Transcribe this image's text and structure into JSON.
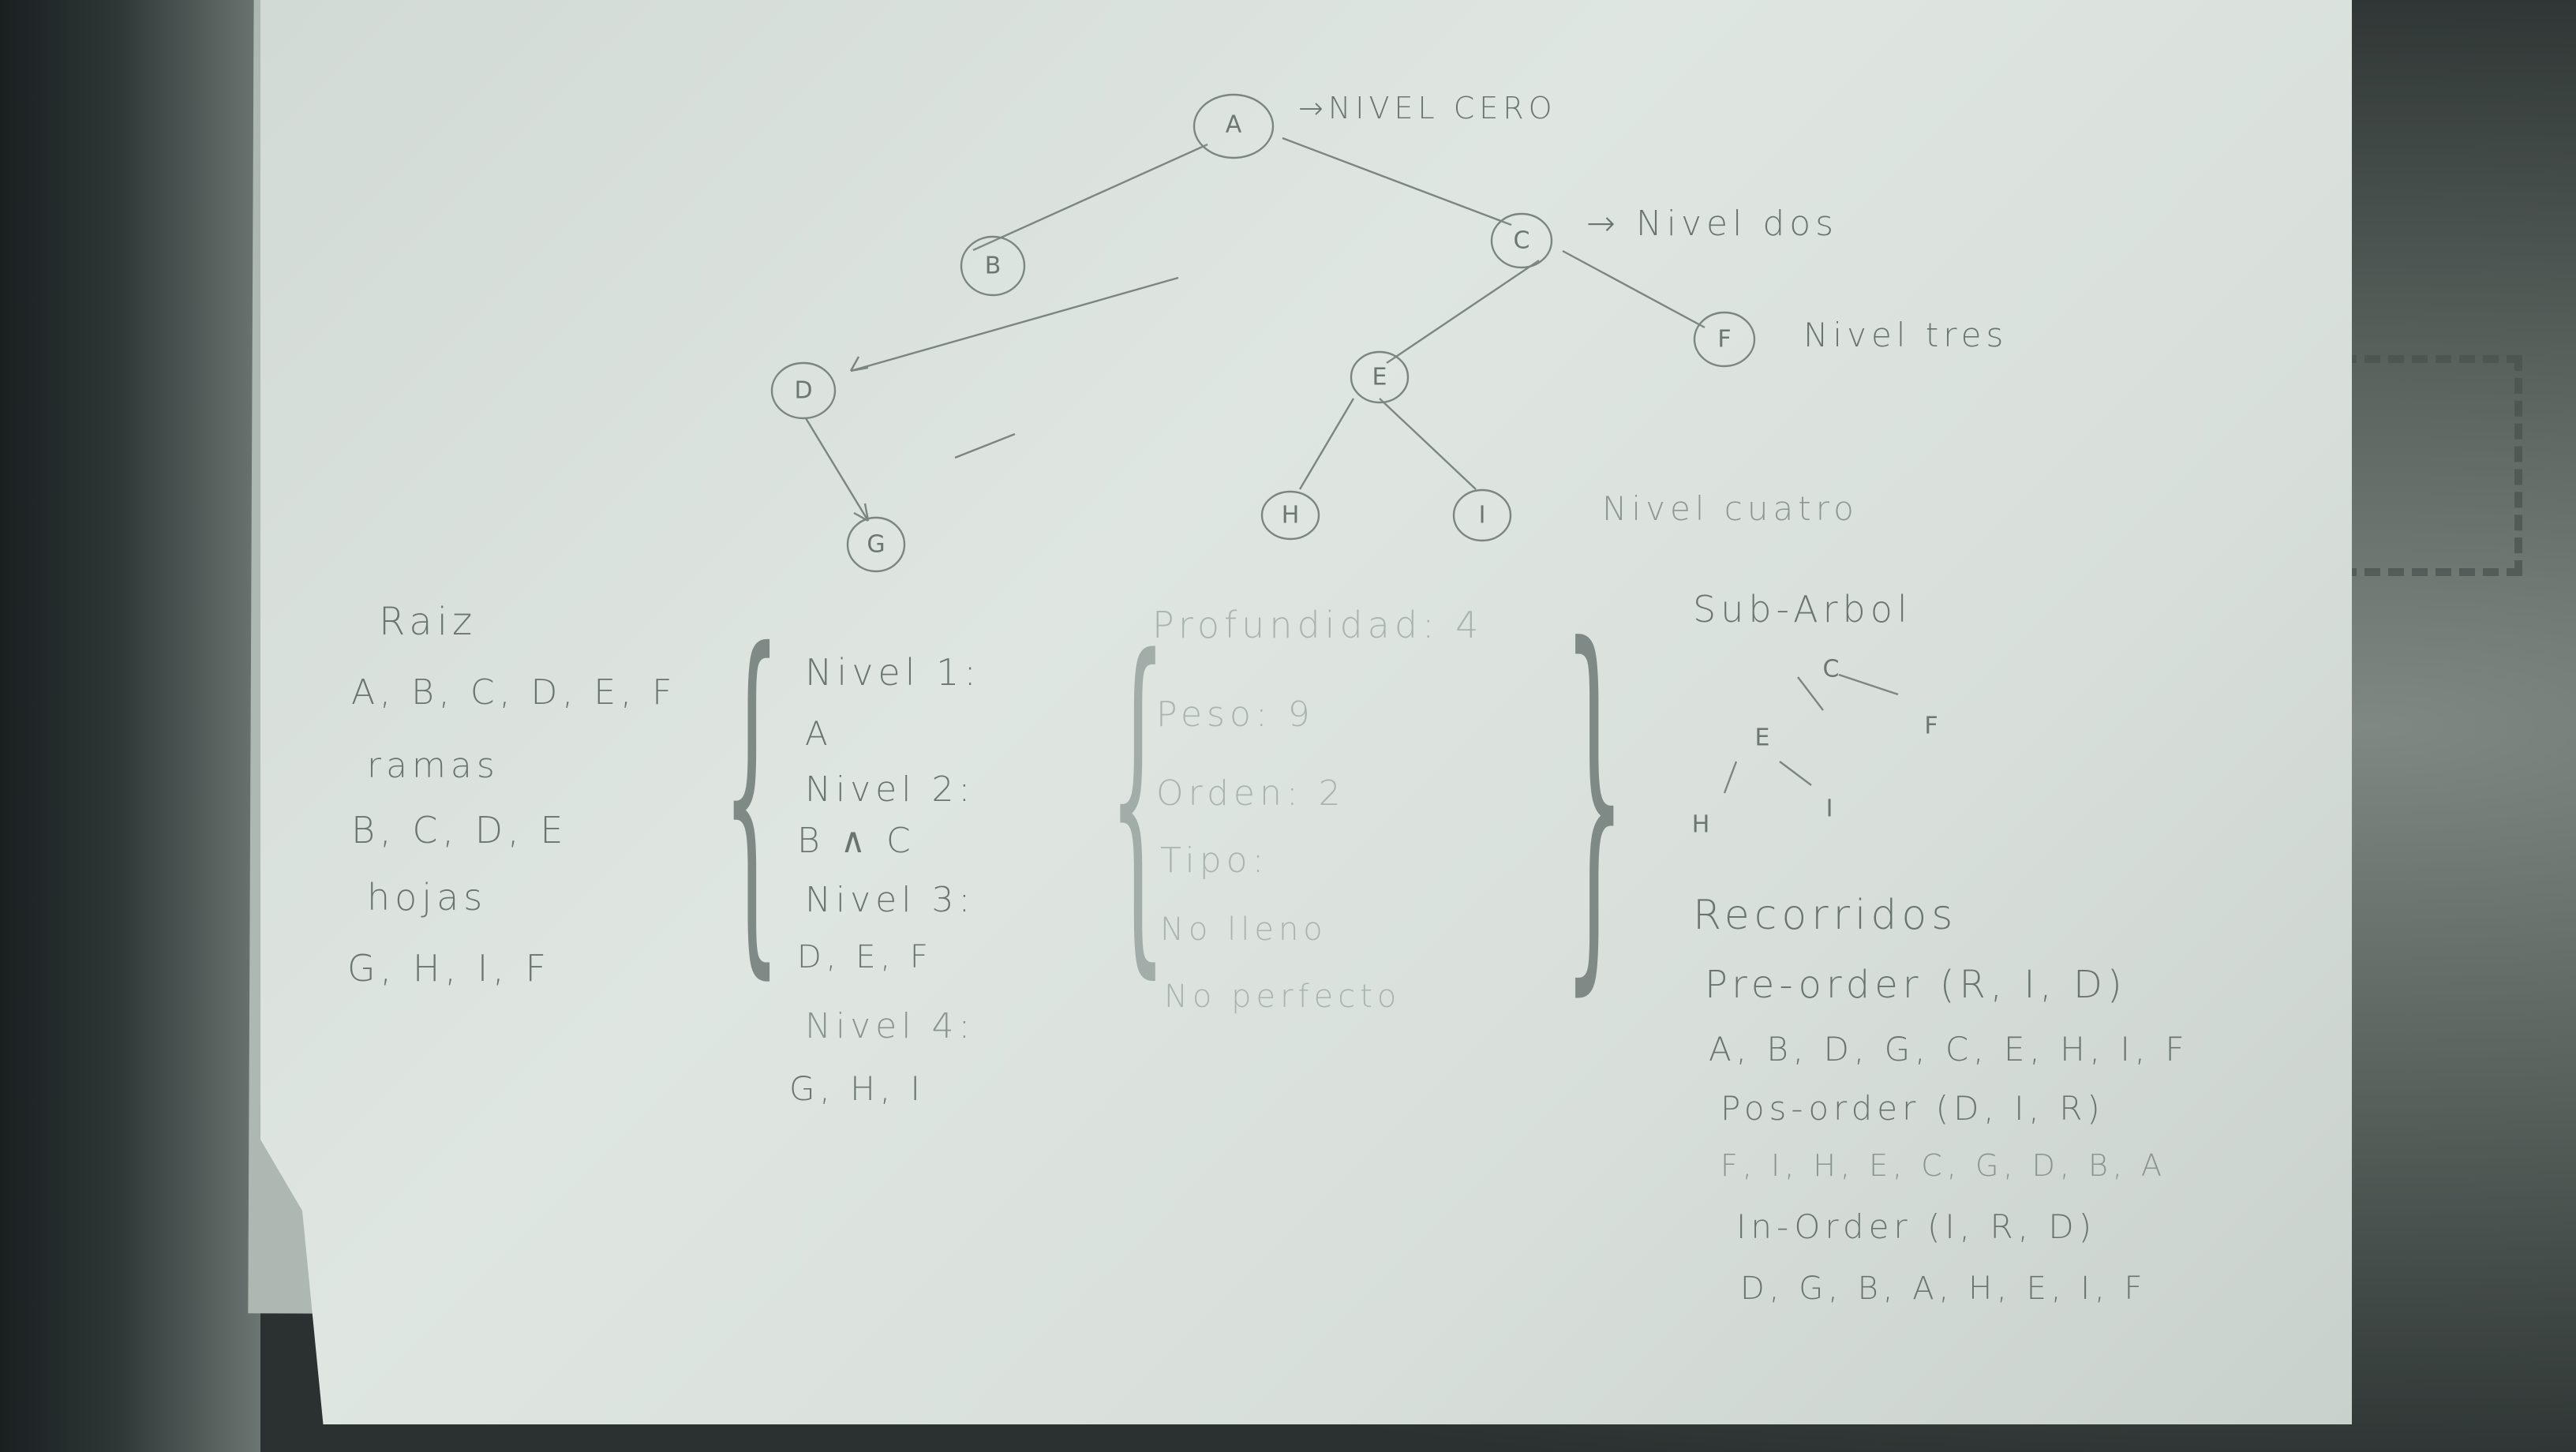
{
  "tree": {
    "nodes": {
      "A": "A",
      "B": "B",
      "C": "C",
      "D": "D",
      "E": "E",
      "F": "F",
      "G": "G",
      "H": "H",
      "I": "I"
    },
    "level_labels": {
      "zero": "→NIVEL CERO",
      "two": "→ Nivel dos",
      "three": "Nivel tres",
      "four": "Nivel cuatro"
    }
  },
  "column1": {
    "root_title": "Raiz",
    "root_list": "A, B, C, D, E, F",
    "branches_title": "ramas",
    "branches_list": "B, C, D, E",
    "leaves_title": "hojas",
    "leaves_list": "G, H, I, F"
  },
  "column2": {
    "level1_title": "Nivel 1:",
    "level1_list": "A",
    "level2_title": "Nivel 2:",
    "level2_list": "B ∧ C",
    "level3_title": "Nivel 3:",
    "level3_list": "D, E, F",
    "level4_title": "Nivel 4:",
    "level4_list": "G, H, I"
  },
  "column3": {
    "depth": "Profundidad: 4",
    "weight": "Peso: 9",
    "order": "Orden: 2",
    "type_title": "Tipo:",
    "type_full": "No lleno",
    "type_perfect": "No perfecto"
  },
  "column4": {
    "subtree_title": "Sub-Arbol",
    "subtree_nodes": {
      "C": "C",
      "E": "E",
      "F": "F",
      "H": "H",
      "I": "I"
    },
    "traversals_title": "Recorridos",
    "preorder_title": "Pre-order (R, I, D)",
    "preorder_list": "A, B, D, G, C, E, H, I, F",
    "postorder_title": "Pos-order (D, I, R)",
    "postorder_list": "F, I, H, E, C, G, D, B, A",
    "inorder_title": "In-Order (I, R, D)",
    "inorder_list": "D, G, B, A, H, E, I, F"
  }
}
